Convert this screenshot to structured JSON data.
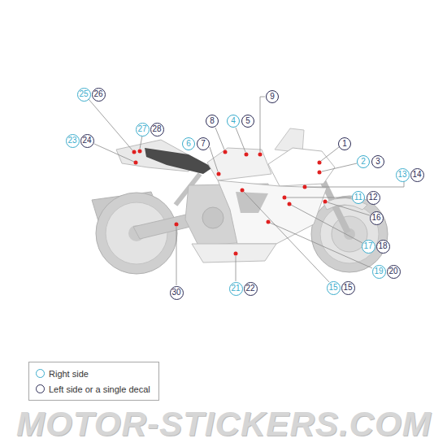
{
  "diagram": {
    "nodes": [
      {
        "text": [
          "9"
        ]
      },
      {
        "text": [
          "25"
        ]
      },
      {
        "text": [
          "26"
        ]
      },
      {
        "text": [
          "8"
        ]
      },
      {
        "text": [
          "4"
        ]
      },
      {
        "text": [
          "5"
        ]
      },
      {
        "text": [
          "27"
        ]
      },
      {
        "text": [
          "28"
        ]
      },
      {
        "text": [
          "23"
        ]
      },
      {
        "text": [
          "24"
        ]
      },
      {
        "text": [
          "6"
        ]
      },
      {
        "text": [
          "7"
        ]
      },
      {
        "text": [
          "1"
        ]
      },
      {
        "text": [
          "2"
        ]
      },
      {
        "text": [
          "3"
        ]
      },
      {
        "text": [
          "13"
        ]
      },
      {
        "text": [
          "14"
        ]
      },
      {
        "text": [
          "11"
        ]
      },
      {
        "text": [
          "12"
        ]
      },
      {
        "text": [
          "16"
        ]
      },
      {
        "text": [
          "17"
        ]
      },
      {
        "text": [
          "18"
        ]
      },
      {
        "text": [
          "19"
        ]
      },
      {
        "text": [
          "20"
        ]
      },
      {
        "text": [
          "15"
        ]
      },
      {
        "text": [
          "15"
        ]
      },
      {
        "text": [
          "21"
        ]
      },
      {
        "text": [
          "22"
        ]
      },
      {
        "text": [
          "30"
        ]
      }
    ],
    "labels": [
      "MOTOR-STICKERS.COM"
    ],
    "legend": [
      {
        "text": "Right side"
      },
      {
        "text": "Left side or a single decal"
      }
    ]
  }
}
